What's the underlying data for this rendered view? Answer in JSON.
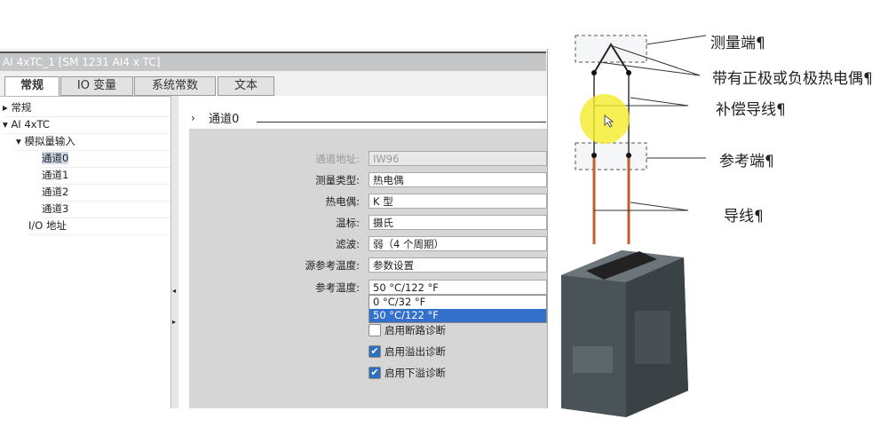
{
  "window": {
    "title": "AI 4xTC_1 [SM 1231 AI4 x TC]"
  },
  "tabs": [
    "常规",
    "IO 变量",
    "系统常数",
    "文本"
  ],
  "tree": [
    {
      "label": "常规",
      "arrow": "▸"
    },
    {
      "label": "AI 4xTC",
      "arrow": "▾"
    },
    {
      "label": "模拟量输入",
      "arrow": "▾"
    },
    {
      "label": "通道0"
    },
    {
      "label": "通道1"
    },
    {
      "label": "通道2"
    },
    {
      "label": "通道3"
    },
    {
      "label": "I/O 地址"
    }
  ],
  "section": {
    "arrow": "›",
    "title": "通道0"
  },
  "form": {
    "address": {
      "label": "通道地址:",
      "value": "IW96"
    },
    "measure_type": {
      "label": "测量类型:",
      "value": "热电偶"
    },
    "thermocouple": {
      "label": "热电偶:",
      "value": "K 型"
    },
    "scale": {
      "label": "温标:",
      "value": "摄氏"
    },
    "filter": {
      "label": "滤波:",
      "value": "弱（4 个周期）"
    },
    "ref_source": {
      "label": "源参考温度:",
      "value": "参数设置"
    },
    "ref_temp": {
      "label": "参考温度:",
      "value": "50 °C/122 °F",
      "options": [
        "0 °C/32 °F",
        "50 °C/122 °F"
      ]
    }
  },
  "checkboxes": [
    {
      "label": "启用断路诊断",
      "checked": false
    },
    {
      "label": "启用溢出诊断",
      "checked": true
    },
    {
      "label": "启用下溢诊断",
      "checked": true
    }
  ],
  "diagram": {
    "labels": [
      "测量端¶",
      "带有正极或负极热电偶¶",
      "补偿导线¶",
      "参考端¶",
      "导线¶"
    ]
  },
  "colors": {
    "selection": "#3370cc",
    "wire": "#c0602a",
    "highlight": "#f5ec2a"
  }
}
